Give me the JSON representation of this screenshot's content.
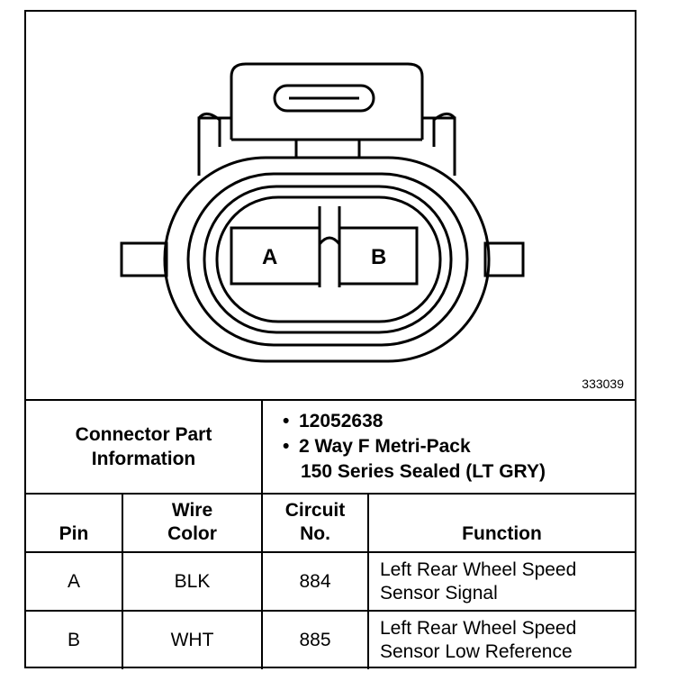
{
  "figure_id": "333039",
  "connector": {
    "cavity_a_label": "A",
    "cavity_b_label": "B"
  },
  "part_info": {
    "label_line1": "Connector Part",
    "label_line2": "Information",
    "bullet": "•",
    "part_number": "12052638",
    "desc_line1": "2 Way F Metri-Pack",
    "desc_line2": "150 Series Sealed (LT GRY)"
  },
  "headers": {
    "pin": "Pin",
    "wire_line1": "Wire",
    "wire_line2": "Color",
    "circuit_line1": "Circuit",
    "circuit_line2": "No.",
    "function": "Function"
  },
  "rows": [
    {
      "pin": "A",
      "wire": "BLK",
      "circuit": "884",
      "function_line1": "Left Rear Wheel Speed",
      "function_line2": "Sensor Signal"
    },
    {
      "pin": "B",
      "wire": "WHT",
      "circuit": "885",
      "function_line1": "Left Rear Wheel Speed",
      "function_line2": "Sensor Low Reference"
    }
  ]
}
